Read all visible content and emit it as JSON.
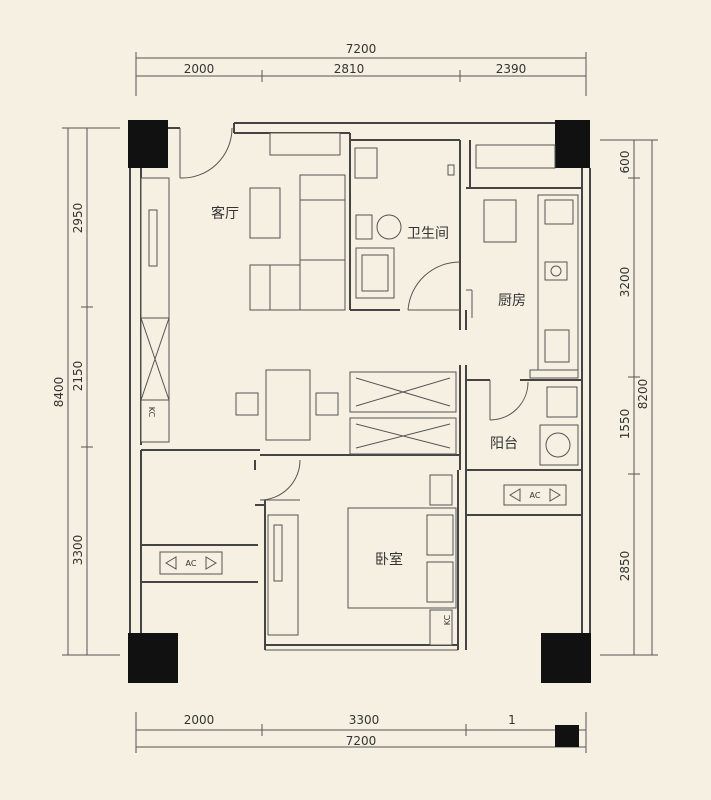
{
  "dimensions": {
    "top_total": "7200",
    "top_segments": [
      "2000",
      "2810",
      "2390"
    ],
    "bottom_segments": [
      "2000",
      "3300",
      "1"
    ],
    "bottom_total": "7200",
    "left_total": "8400",
    "left_segments": [
      "2950",
      "2150",
      "3300"
    ],
    "right_total": "8200",
    "right_segments": [
      "600",
      "3200",
      "1550",
      "2850"
    ]
  },
  "rooms": {
    "living_room": "客厅",
    "bathroom": "卫生间",
    "kitchen": "厨房",
    "balcony": "阳台",
    "bedroom": "卧室"
  },
  "equipment": {
    "ac_label": "AC",
    "kc_label": "KC"
  },
  "colors": {
    "background": "#f5f0e1",
    "wall": "#444444",
    "pillar": "#111111",
    "text": "#333333"
  }
}
